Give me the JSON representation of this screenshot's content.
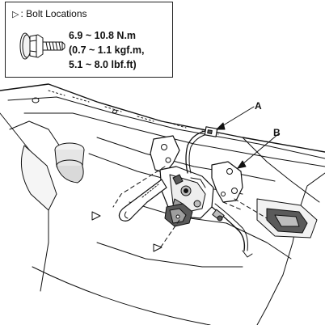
{
  "legend": {
    "marker": "▷",
    "title": ": Bolt Locations",
    "torque_nm": "6.9 ~ 10.8 N.m",
    "torque_kgfm": "(0.7 ~ 1.1 kgf.m,",
    "torque_lbfft": "5.1 ~ 8.0 lbf.ft)"
  },
  "callouts": {
    "a": "A",
    "b": "B"
  },
  "colors": {
    "line": "#111111",
    "fill_light": "#f2f2f2",
    "fill_mid": "#bdbdbd",
    "fill_dark": "#5a5a5a"
  }
}
